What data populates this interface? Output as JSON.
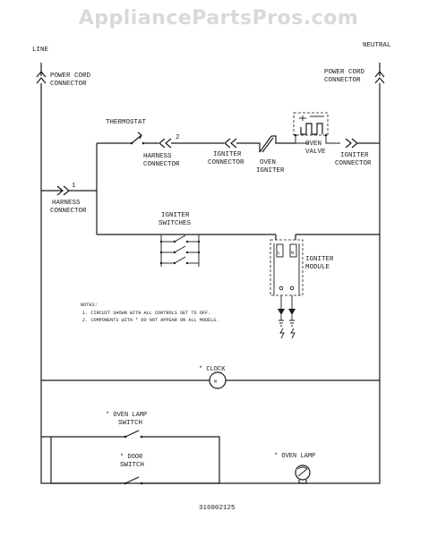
{
  "watermark": "AppliancePartsPros.com",
  "labels": {
    "line": "LINE",
    "neutral": "NEUTRAL",
    "power_cord_left_1": "POWER CORD",
    "power_cord_left_2": "CONNECTOR",
    "power_cord_right_1": "POWER CORD",
    "power_cord_right_2": "CONNECTOR",
    "thermostat": "THERMOSTAT",
    "harness_top_1": "HARNESS",
    "harness_top_2": "CONNECTOR",
    "igniter_conn_left_1": "IGNITER",
    "igniter_conn_left_2": "CONNECTOR",
    "oven_igniter_1": "OVEN",
    "oven_igniter_2": "IGNITER",
    "oven_valve_1": "OVEN",
    "oven_valve_2": "VALVE",
    "igniter_conn_right_1": "IGNITER",
    "igniter_conn_right_2": "CONNECTOR",
    "harness_left_1": "HARNESS",
    "harness_left_2": "CONNECTOR",
    "pin_1": "1",
    "pin_2": "2",
    "igniter_switches_1": "IGNITER",
    "igniter_switches_2": "SWITCHES",
    "igniter_module_1": "IGNITER",
    "igniter_module_2": "MODULE",
    "notes_title": "NOTES:",
    "note_1": "1. CIRCUIT SHOWN WITH ALL CONTROLS SET TO OFF.",
    "note_2": "2. COMPONENTS WITH * DO NOT APPEAR ON ALL MODELS.",
    "clock": "* CLOCK",
    "oven_lamp_switch_1": "* OVEN LAMP",
    "oven_lamp_switch_2": "SWITCH",
    "door_switch_1": "* DOOR",
    "door_switch_2": "SWITCH",
    "oven_lamp": "* OVEN LAMP",
    "part_number": "316002125"
  },
  "symbols": {
    "clock_motor": "M",
    "module_terminal_left": "L",
    "module_terminal_right": "N"
  }
}
